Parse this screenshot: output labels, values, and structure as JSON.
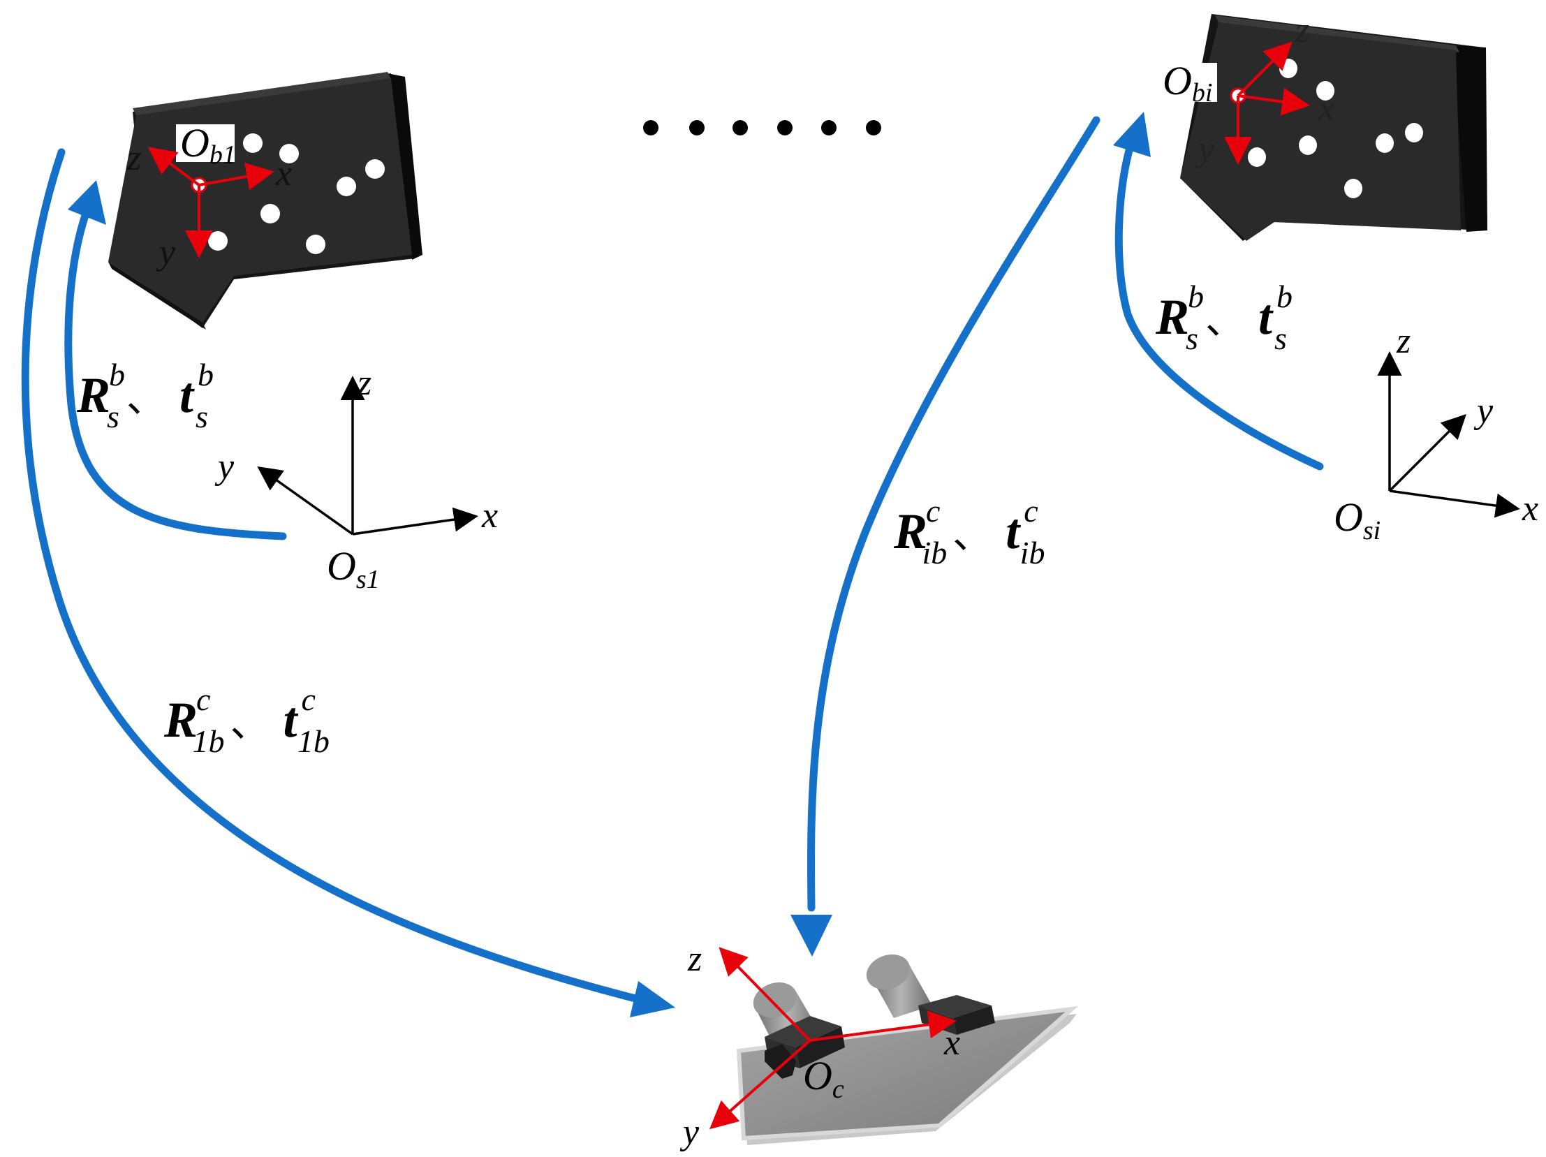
{
  "ellipsis": "……",
  "target1": {
    "origin_main": "O",
    "origin_sub": "b1",
    "axis_x": "x",
    "axis_y": "y",
    "axis_z": "z"
  },
  "target_i": {
    "origin_main": "O",
    "origin_sub": "bi",
    "axis_x": "x",
    "axis_y": "y",
    "axis_z": "z"
  },
  "scan1": {
    "origin_main": "O",
    "origin_sub": "s1",
    "axis_x": "x",
    "axis_y": "y",
    "axis_z": "z"
  },
  "scan_i": {
    "origin_main": "O",
    "origin_sub": "si",
    "axis_x": "x",
    "axis_y": "y",
    "axis_z": "z"
  },
  "camera": {
    "origin_main": "O",
    "origin_sub": "c",
    "axis_x": "x",
    "axis_y": "y",
    "axis_z": "z"
  },
  "relations": {
    "left_scan": {
      "R": "R",
      "R_sup": "b",
      "R_sub": "s",
      "sep": "、",
      "t": "t",
      "t_sup": "b",
      "t_sub": "s"
    },
    "right_scan": {
      "R": "R",
      "R_sup": "b",
      "R_sub": "s",
      "sep": "、",
      "t": "t",
      "t_sup": "b",
      "t_sub": "s"
    },
    "cam_1": {
      "R": "R",
      "R_sup": "c",
      "R_sub": "1b",
      "sep": "、",
      "t": "t",
      "t_sup": "c",
      "t_sub": "1b"
    },
    "cam_i": {
      "R": "R",
      "R_sup": "c",
      "R_sub": "ib",
      "sep": "、",
      "t": "t",
      "t_sup": "c",
      "t_sub": "ib"
    }
  },
  "colors": {
    "arrow_blue": "#1470c8",
    "axis_red": "#e8000b",
    "axis_black": "#000000",
    "target_body": "#2a2a2a",
    "camera_plate": "#8c8c8c"
  }
}
